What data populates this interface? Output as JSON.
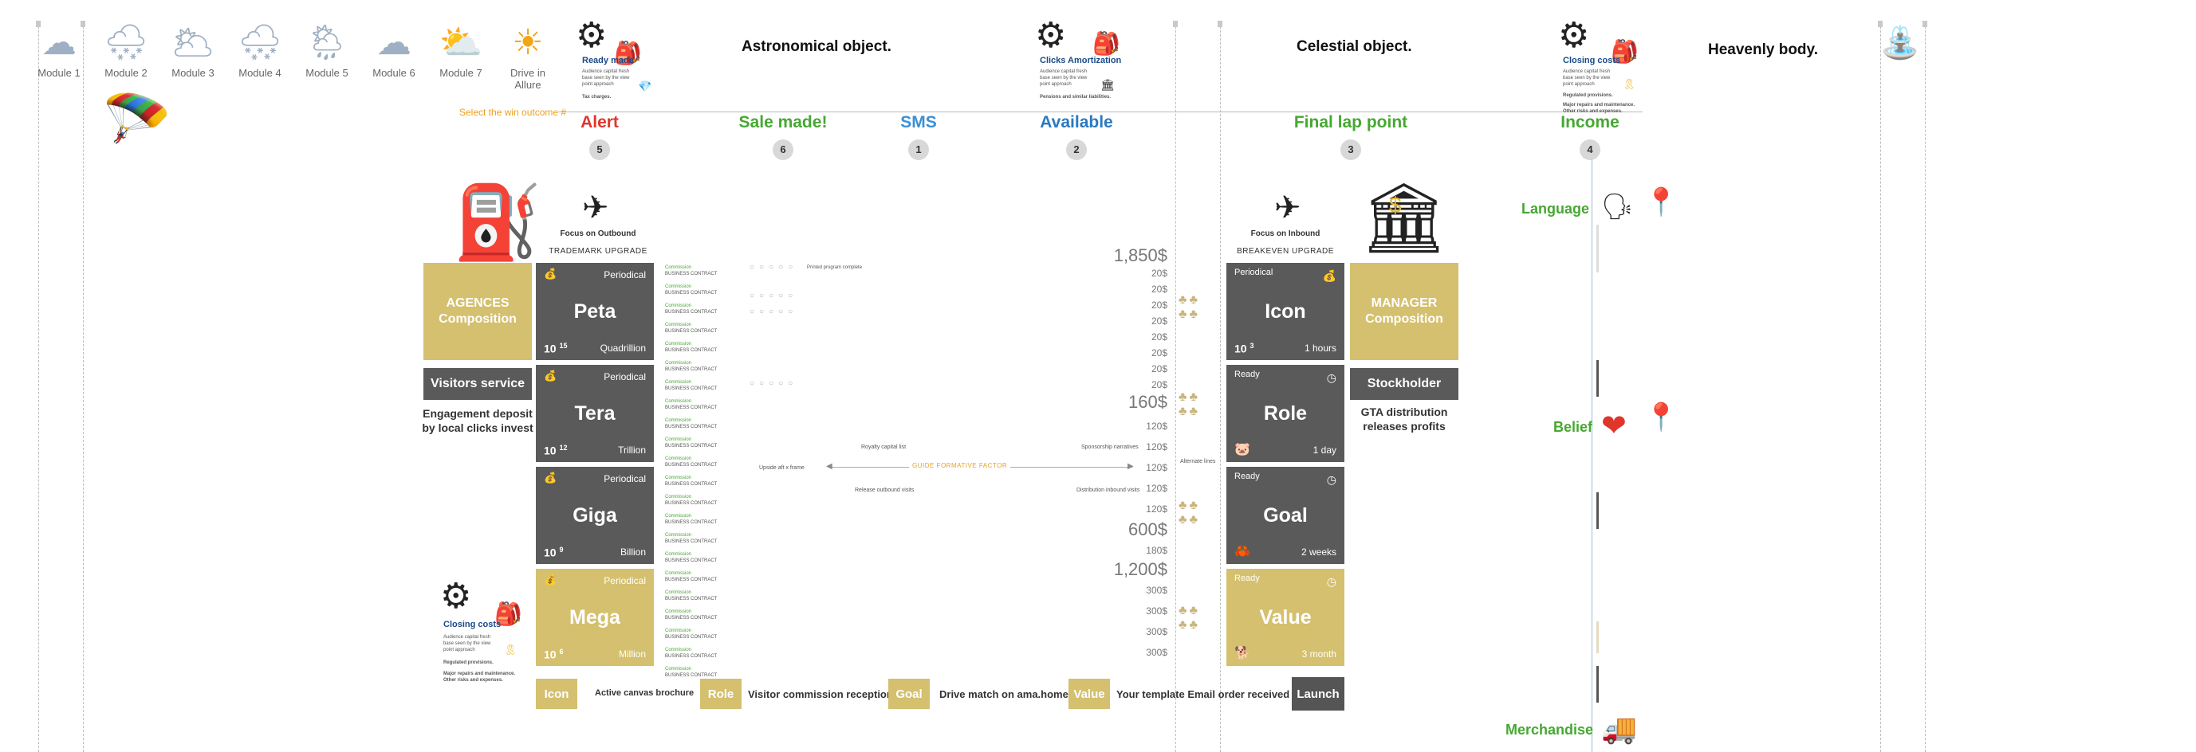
{
  "modules": [
    {
      "label": "Module 1",
      "icon": "cloud-icon",
      "glyph": "☁"
    },
    {
      "label": "Module 2",
      "icon": "snow-cloud-icon",
      "glyph": "🌨"
    },
    {
      "label": "Module 3",
      "icon": "cloud-sun-icon",
      "glyph": "🌥"
    },
    {
      "label": "Module 4",
      "icon": "snow-cloud-icon",
      "glyph": "🌨"
    },
    {
      "label": "Module 5",
      "icon": "sun-cloud-rain-icon",
      "glyph": "🌦"
    },
    {
      "label": "Module 6",
      "icon": "cloud-icon",
      "glyph": "☁"
    },
    {
      "label": "Module 7",
      "icon": "sun-behind-cloud-icon",
      "glyph": "⛅"
    },
    {
      "label": "Drive in Allure",
      "icon": "sun-icon",
      "glyph": "☀"
    }
  ],
  "headings": {
    "astronomical": "Astronomical object.",
    "celestial": "Celestial object.",
    "heavenly": "Heavenly body."
  },
  "gear_cards": {
    "ready_made": "Ready made",
    "clicks_amortization": "Clicks Amortization",
    "closing_costs_top": "Closing costs",
    "closing_costs_bottom": "Closing costs"
  },
  "select_prompt": "Select the win outcome #",
  "outcomes": [
    {
      "label": "Alert",
      "number": "5",
      "color": "#e0352b"
    },
    {
      "label": "Sale made!",
      "number": "6",
      "color": "#46a832"
    },
    {
      "label": "SMS",
      "number": "1",
      "color": "#3a8fd6"
    },
    {
      "label": "Available",
      "number": "2",
      "color": "#2a79c2"
    },
    {
      "label": "Final lap point",
      "number": "3",
      "color": "#46a832"
    },
    {
      "label": "Income",
      "number": "4",
      "color": "#46a832"
    }
  ],
  "left_panel": {
    "focus": "Focus on Outbound",
    "upgrade": "TRADEMARK UPGRADE",
    "agences": "AGENCES Composition",
    "visitors": "Visitors service",
    "caption": "Engagement deposit by local clicks invest"
  },
  "right_panel": {
    "focus": "Focus on Inbound",
    "upgrade": "BREAKEVEN UPGRADE",
    "manager": "MANAGER Composition",
    "stockholder": "Stockholder",
    "caption": "GTA distribution releases profits"
  },
  "left_boxes": [
    {
      "tag": "Periodical",
      "name": "Peta",
      "exp_base": "10",
      "exp": "15",
      "unit": "Quadrillion"
    },
    {
      "tag": "Periodical",
      "name": "Tera",
      "exp_base": "10",
      "exp": "12",
      "unit": "Trillion"
    },
    {
      "tag": "Periodical",
      "name": "Giga",
      "exp_base": "10",
      "exp": "9",
      "unit": "Billion"
    },
    {
      "tag": "Periodical",
      "name": "Mega",
      "exp_base": "10",
      "exp": "6",
      "unit": "Million"
    }
  ],
  "right_boxes": [
    {
      "tag": "Periodical",
      "name": "Icon",
      "exp_base": "10",
      "exp": "3",
      "unit": "1 hours"
    },
    {
      "tag": "Ready",
      "name": "Role",
      "exp_base": "",
      "exp": "",
      "unit": "1 day"
    },
    {
      "tag": "Ready",
      "name": "Goal",
      "exp_base": "",
      "exp": "",
      "unit": "2 weeks"
    },
    {
      "tag": "Ready",
      "name": "Value",
      "exp_base": "",
      "exp": "",
      "unit": "3 month"
    }
  ],
  "prices": {
    "p1": "1,850$",
    "p2": "160$",
    "p3": "600$",
    "p4": "1,200$",
    "small_20": "20$",
    "small_120": "120$",
    "small_180": "180$",
    "small_300": "300$"
  },
  "flow_labels": {
    "royalty": "Royalty capital list",
    "sponsorship": "Sponsorship narratives",
    "center": "GUIDE FORMATIVE FACTOR",
    "upside": "Upside aft x frame",
    "release": "Release outbound visits",
    "distribution": "Distribution inbound visits",
    "alternate": "Alternate lines"
  },
  "bottom_row": [
    {
      "chip": "Icon",
      "text": "Active canvas brochure"
    },
    {
      "chip": "Role",
      "text": "Visitor commission reception"
    },
    {
      "chip": "Goal",
      "text": "Drive match on ama.homes"
    },
    {
      "chip": "Value",
      "text": "Your template Email order received"
    }
  ],
  "launch": "Launch",
  "right_labels": {
    "language": "Language",
    "belief": "Belief",
    "merchandise": "Merchandise"
  },
  "tiny": {
    "provisions": "Regulated provisions.",
    "major": "Major repairs and maintenance. Other risks and expenses.",
    "pensions": "Pensions and similar liabilities.",
    "tax": "Tax charges.",
    "audience": "Audience capital fresh base seen by the view point approach",
    "business": "BUSINESS CONTRACT",
    "commission": "Commission",
    "printed": "Printed program complete"
  }
}
